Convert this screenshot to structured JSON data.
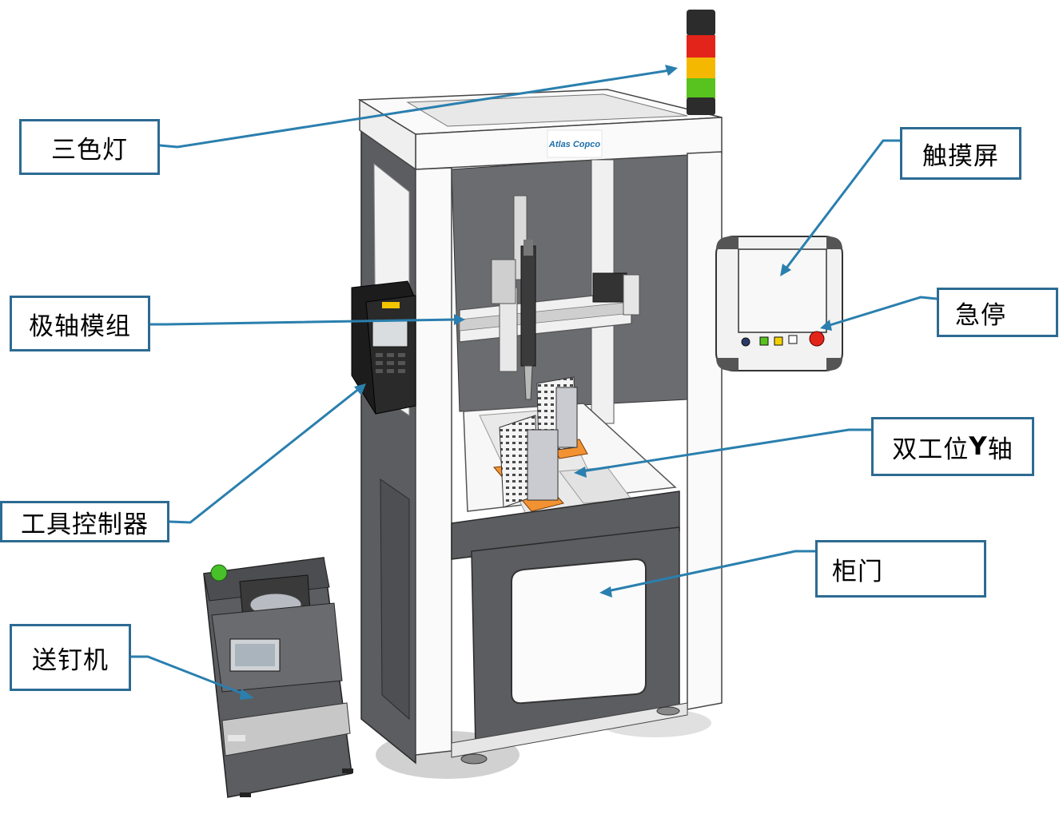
{
  "brand": {
    "logo_text": "Atlas Copco",
    "logo_color": "#1f6fa8"
  },
  "colors": {
    "callout_border": "#2c6b93",
    "leader_line": "#2a7fae",
    "light_red": "#e3241b",
    "light_amber": "#f5b800",
    "light_green": "#58c21e",
    "panel_dark": "#5c5d61",
    "frame_white": "#fafafa",
    "fixture_orange": "#f39232"
  },
  "labels": {
    "three_color_light": "三色灯",
    "touch_screen": "触摸屏",
    "emergency_stop": "急停",
    "axis_module": "极轴模组",
    "tool_controller": "工具控制器",
    "dual_station_prefix": "双工位",
    "dual_station_axis": "Y",
    "dual_station_suffix": "轴",
    "cabinet_door": "柜门",
    "screw_feeder": "送钉机"
  }
}
